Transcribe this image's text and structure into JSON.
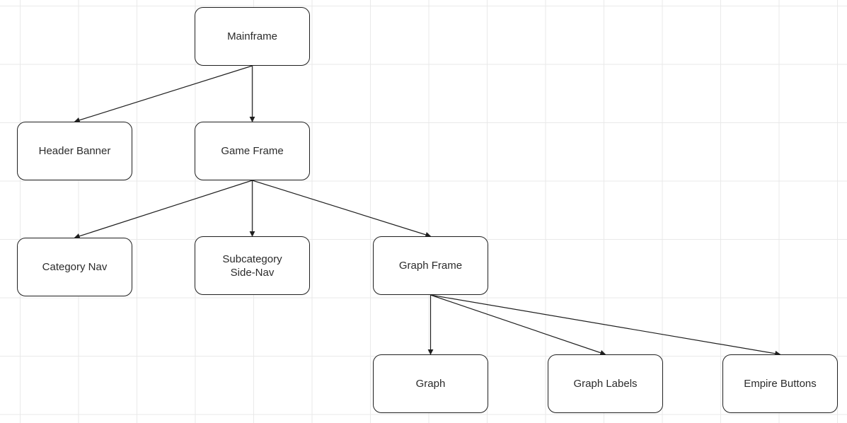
{
  "nodes": {
    "mainframe": "Mainframe",
    "header_banner": "Header Banner",
    "game_frame": "Game Frame",
    "category_nav": "Category Nav",
    "subcategory_side_nav": "Subcategory\nSide-Nav",
    "graph_frame": "Graph Frame",
    "graph": "Graph",
    "graph_labels": "Graph Labels",
    "empire_buttons": "Empire Buttons"
  },
  "edges": [
    {
      "from": "mainframe",
      "to": "header_banner"
    },
    {
      "from": "mainframe",
      "to": "game_frame"
    },
    {
      "from": "game_frame",
      "to": "category_nav"
    },
    {
      "from": "game_frame",
      "to": "subcategory_side_nav"
    },
    {
      "from": "game_frame",
      "to": "graph_frame"
    },
    {
      "from": "graph_frame",
      "to": "graph"
    },
    {
      "from": "graph_frame",
      "to": "graph_labels"
    },
    {
      "from": "graph_frame",
      "to": "empire_buttons"
    }
  ],
  "colors": {
    "node_border": "#1f1f1f",
    "edge": "#1f1f1f",
    "grid": "#e9e9e9",
    "background": "#ffffff"
  }
}
